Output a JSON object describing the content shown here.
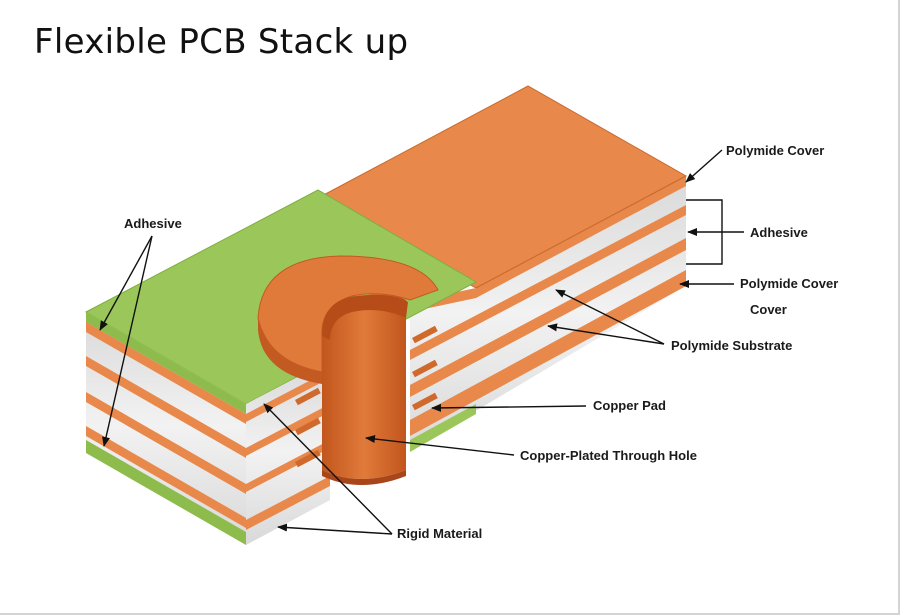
{
  "title": "Flexible PCB Stack up",
  "labels": {
    "polymide_cover_top": "Polymide Cover",
    "adhesive_right": "Adhesive",
    "polymide_cover_bottom": "Polymide Cover",
    "cover": "Cover",
    "polymide_substrate": "Polymide Substrate",
    "copper_pad": "Copper Pad",
    "copper_plated_through_hole": "Copper-Plated Through Hole",
    "rigid_material": "Rigid Material",
    "adhesive_left": "Adhesive"
  },
  "colors": {
    "copper": "#e8884a",
    "copper_dark": "#c85f22",
    "green": "#9bc75a",
    "white_layer": "#e6e6e6",
    "leader": "#111111"
  }
}
